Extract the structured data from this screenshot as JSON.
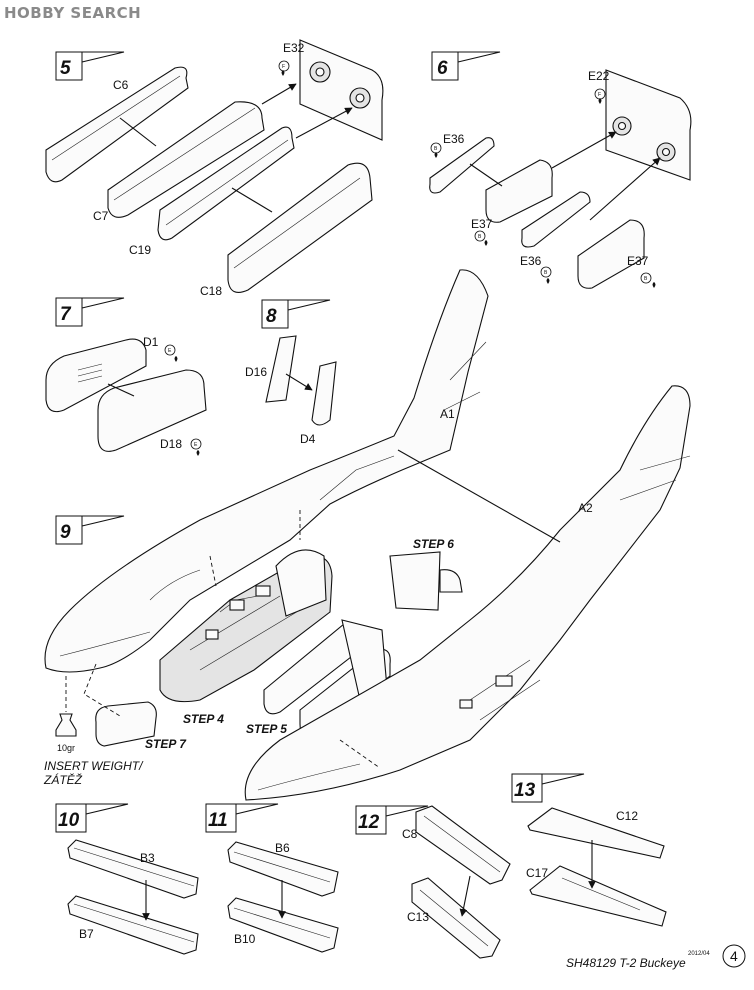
{
  "watermark": "HOBBY SEARCH",
  "steps": {
    "s5": "5",
    "s6": "6",
    "s7": "7",
    "s8": "8",
    "s9": "9",
    "s10": "10",
    "s11": "11",
    "s12": "12",
    "s13": "13"
  },
  "parts": {
    "c6": "C6",
    "c7": "C7",
    "c19": "C19",
    "c18": "C18",
    "e32": "E32",
    "e22": "E22",
    "e36a": "E36",
    "e37a": "E37",
    "e36b": "E36",
    "e37b": "E37",
    "d1": "D1",
    "d18": "D18",
    "d16": "D16",
    "d4": "D4",
    "a1": "A1",
    "a2": "A2",
    "b3": "B3",
    "b7": "B7",
    "b6": "B6",
    "b10": "B10",
    "c8": "C8",
    "c13": "C13",
    "c12": "C12",
    "c17": "C17"
  },
  "markers": {
    "f1": "F",
    "f2": "F",
    "b1": "B",
    "b2": "B",
    "b3": "B",
    "b4": "B",
    "e1": "E",
    "e2": "E"
  },
  "sub_steps": {
    "step6": "STEP 6",
    "step4": "STEP 4",
    "step5": "STEP 5",
    "step7": "STEP 7"
  },
  "weight": {
    "amount": "10gr",
    "line1": "INSERT WEIGHT/",
    "line2": "ZÁTĚŽ"
  },
  "footer": {
    "code": "SH48129 T-2 Buckeye",
    "date": "2012/04",
    "page": "4"
  }
}
